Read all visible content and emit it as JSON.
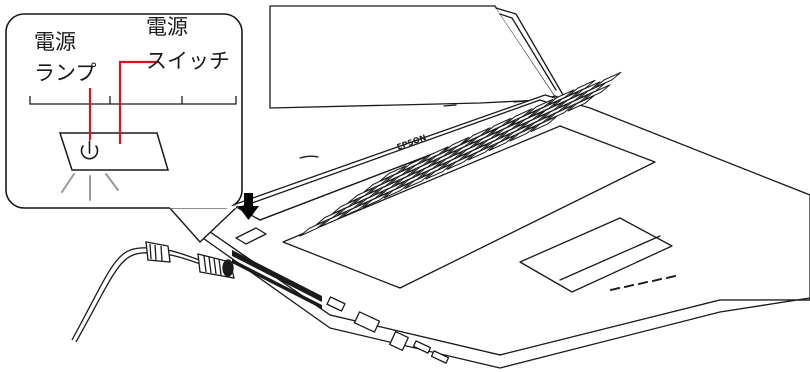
{
  "figure": {
    "callout": {
      "power_lamp_label_line1": "電源",
      "power_lamp_label_line2": "ランプ",
      "power_switch_label_line1": "電源",
      "power_switch_label_line2": "スイッチ"
    },
    "laptop": {
      "brand": "EPSON"
    },
    "colors": {
      "leader_line": "#d7131b",
      "outline": "#1a1a1a",
      "arrow": "#000000"
    },
    "icons": [
      "power-icon",
      "down-arrow-icon"
    ]
  }
}
